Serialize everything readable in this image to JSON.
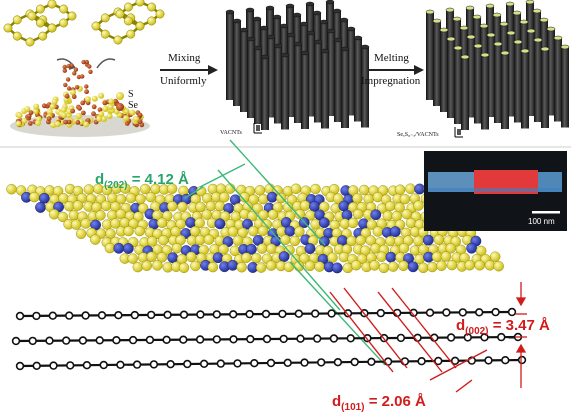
{
  "top_panel": {
    "step1_label": "Mixing",
    "step1_label_2": "Uniformly",
    "step2_label": "Melting",
    "step2_label_2": "Impregnation",
    "legend_s": "S",
    "legend_se": "Se",
    "product_1_label": "VACNTs",
    "product_2_label": "SeₓS₈₋ₓ/VACNTs"
  },
  "bottom_panel": {
    "d202": {
      "prefix": "d",
      "index": "(202)",
      "value": "= 4.12 Å"
    },
    "d002": {
      "prefix": "d",
      "index": "(002)",
      "value": "= 3.47 Å"
    },
    "d101": {
      "prefix": "d",
      "index": "(101)",
      "value": "= 2.06 Å"
    },
    "scale_bar": "100 nm"
  },
  "colors": {
    "sulfur": "#e6d90c",
    "selenium": "#2b3aa8",
    "se_particle": "#b5461c",
    "d202_line": "#3cb87a",
    "d_red": "#d11c1c",
    "tube": "#2a2a2a",
    "tube_cap": "#d9e08a"
  }
}
